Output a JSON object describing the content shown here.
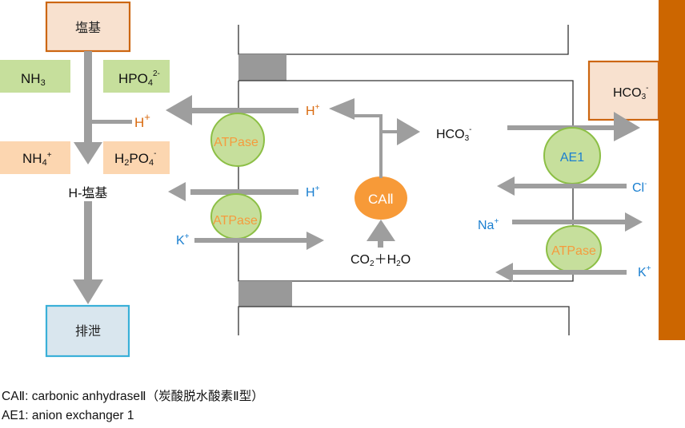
{
  "colors": {
    "arrow": "#9e9e9e",
    "orange_text": "#d96a0f",
    "blue_text": "#1a7fd0",
    "atpase_text": "#f59b3d",
    "pump_fill": "#c6df9c",
    "pump_stroke": "#8cbf45",
    "ca2_fill": "#f79a38",
    "base_box_fill": "#f8e1cf",
    "base_box_stroke": "#cc6611",
    "green_box": "#c6df9c",
    "peach_box": "#fcd6b0",
    "excretion_fill": "#d9e6ee",
    "excretion_stroke": "#3ab0d8",
    "blood_bar": "#cc6600",
    "tight_junction": "#999999"
  },
  "left": {
    "base_box": "塩基",
    "nh3": {
      "main": "NH",
      "sub": "3"
    },
    "hpo4": {
      "main": "HPO",
      "sub": "4",
      "sup": "2-"
    },
    "h_plus_orange": {
      "main": "H",
      "sup": "+"
    },
    "nh4": {
      "main": "NH",
      "sub": "4",
      "sup": "+"
    },
    "h2po4": {
      "a": "H",
      "sub1": "2",
      "b": "PO",
      "sub2": "4",
      "sup": "-"
    },
    "h_base": "H-塩基",
    "excretion_box": "排泄"
  },
  "cell": {
    "h_plus_top": {
      "main": "H",
      "sup": "+"
    },
    "h_plus_mid": {
      "main": "H",
      "sup": "+"
    },
    "k_plus_left": {
      "main": "K",
      "sup": "+"
    },
    "hco3_mid": {
      "main": "HCO",
      "sub": "3",
      "sup": "-"
    },
    "atpase_top": "ATPase",
    "atpase_bottom": "ATPase",
    "ca2": "CAⅡ",
    "co2_h2o": {
      "a": "CO",
      "sub1": "2",
      "b": "＋H",
      "sub2": "2",
      "c": "O"
    }
  },
  "right": {
    "hco3_box": {
      "main": "HCO",
      "sub": "3",
      "sup": "-"
    },
    "ae1": "AE1",
    "cl_minus": {
      "main": "Cl",
      "sup": "-"
    },
    "na_plus": {
      "main": "Na",
      "sup": "+"
    },
    "atpase": "ATPase",
    "k_plus": {
      "main": "K",
      "sup": "+"
    }
  },
  "legend": [
    "CAⅡ: carbonic anhydraseⅡ（炭酸脱水酸素Ⅱ型）",
    "AE1: anion exchanger 1"
  ]
}
